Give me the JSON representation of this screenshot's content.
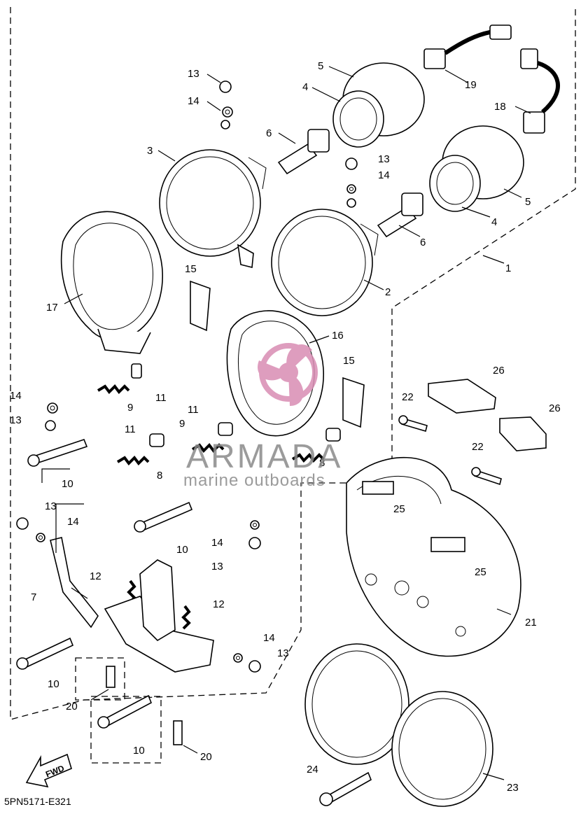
{
  "diagram": {
    "drawing_code": "5PN5171-E321",
    "fwd_label": "FWD",
    "watermark": {
      "brand": "ARMADA",
      "tagline": "marine outboards",
      "accent": "#d98cb3"
    },
    "callouts": [
      "13",
      "14",
      "5",
      "4",
      "19",
      "6",
      "3",
      "18",
      "13",
      "14",
      "5",
      "2",
      "4",
      "6",
      "1",
      "15",
      "17",
      "16",
      "15",
      "26",
      "14",
      "9",
      "11",
      "13",
      "22",
      "26",
      "11",
      "9",
      "11",
      "22",
      "10",
      "8",
      "8",
      "25",
      "13",
      "14",
      "10",
      "14",
      "13",
      "25",
      "12",
      "7",
      "12",
      "21",
      "14",
      "13",
      "10",
      "20",
      "10",
      "20",
      "24",
      "23"
    ]
  }
}
